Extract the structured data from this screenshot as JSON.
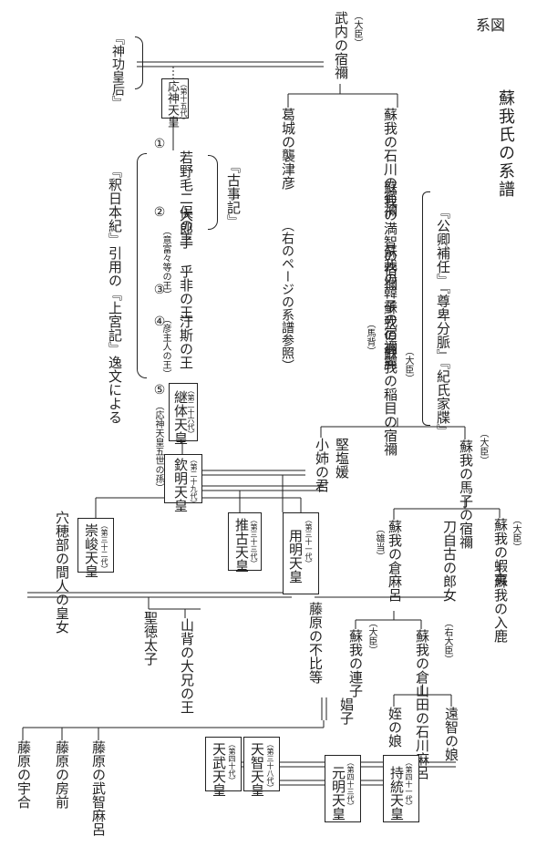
{
  "header": {
    "keizu": "系図",
    "title": "蘇我氏の系譜"
  },
  "sources": {
    "jinguu": "『神功皇后』",
    "kojiki": "『古事記』",
    "shaku": "『釈日本紀』引用の『上宮記』逸文による",
    "kugyou": "『公卿補任』『尊卑分脈』『紀氏家牒』"
  },
  "people": {
    "takeuchi": "武内の宿禰",
    "takeuchi_rank": "（大臣）",
    "katsuragi": "葛城の襲津彦",
    "katsuragi_note": "（右のページの系譜参照）",
    "ishikawa": "蘇我の石川の宿禰",
    "machi": "蘇我の満智の宿禰",
    "karako": "蘇我の韓子の宿禰",
    "koma": "蘇我の高麗",
    "koma_alt": "（馬背）",
    "iname": "蘇我の稲目の宿禰",
    "iname_rank": "（大臣）",
    "umako": "蘇我の馬子の宿禰",
    "umako_rank": "（大臣）",
    "emishi": "蘇我の蝦夷",
    "emishi_rank": "（大臣）",
    "iruka": "蘇我の入鹿",
    "tojiko": "刀自古の郎女",
    "kuramaro": "蘇我の倉麻呂",
    "kuramaro_alt": "（雄当）",
    "ishikawamaro": "蘇我の倉山田の石川麻呂",
    "ishikawamaro_rank": "（右大臣）",
    "murako": "蘇我の連子",
    "murako_rank": "（大臣）",
    "ochi": "遠智の娘",
    "mei": "姪の娘",
    "kitashi": "堅塩媛",
    "oane": "小姉の君",
    "wakanoke": "若野毛二俣の王",
    "ooiratsuko": "大郎子",
    "ooiratsuko_alt": "（意富々等の王）",
    "ohi": "乎非の王",
    "ushi": "汙斯の王",
    "ushi_alt": "（彦主人の王）",
    "hitonuka": "穴穂部の間人の皇女",
    "shotoku": "聖徳太子",
    "yamashiro": "山背の大兄の王",
    "fuhito": "藤原の不比等",
    "shoshi": "娼子",
    "muchimaro": "藤原の武智麻呂",
    "fusasaki": "藤原の房前",
    "umakai": "藤原の宇合"
  },
  "emperors": {
    "ojin": "応神天皇",
    "ojin_no": "（第十五代）",
    "keitai": "継体天皇",
    "keitai_no": "（第二十六代）",
    "keitai_note": "（応神天皇五世の孫）",
    "kinmei": "欽明天皇",
    "kinmei_no": "（第二十九代）",
    "sushun": "崇峻天皇",
    "sushun_no": "（第三十二代）",
    "suiko": "推古天皇",
    "suiko_no": "（第三十三代）",
    "yomei": "用明天皇",
    "yomei_no": "（第三十一代）",
    "tenmu": "天武天皇",
    "tenmu_no": "（第四十代）",
    "tenji": "天智天皇",
    "tenji_no": "（第三十八代）",
    "genmei": "元明天皇",
    "genmei_no": "（第四十三代）",
    "jito": "持統天皇",
    "jito_no": "（第四十一代）"
  },
  "numbers": [
    "①",
    "②",
    "③",
    "④",
    "⑤"
  ]
}
